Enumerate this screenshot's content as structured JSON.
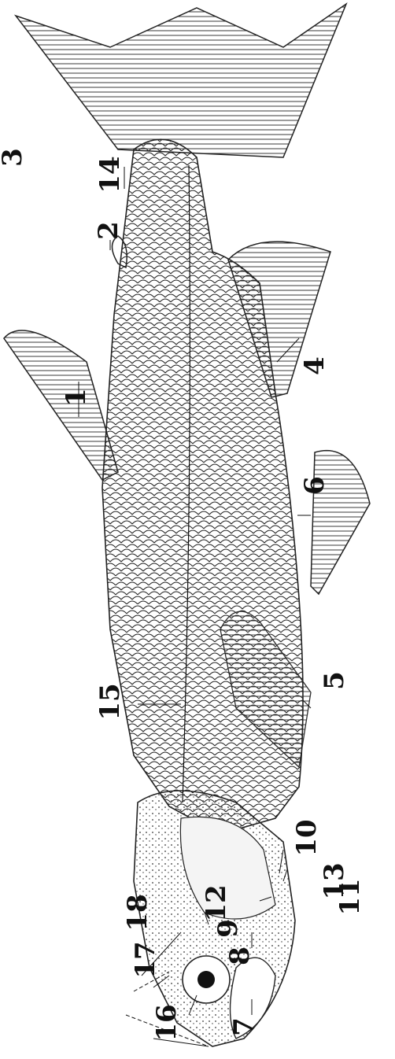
{
  "figure": {
    "labels": {
      "l1": "1",
      "l2": "2",
      "l3": "3",
      "l4": "4",
      "l5": "5",
      "l6": "6",
      "l7": "7",
      "l8": "8",
      "l9": "9",
      "l10": "10",
      "l11": "11",
      "l12": "12",
      "l13": "13",
      "l14": "14",
      "l15": "15",
      "l16": "16",
      "l17": "17",
      "l18": "18"
    },
    "colors": {
      "ink": "#111111",
      "paper": "#ffffff",
      "shade": "#555555"
    }
  }
}
